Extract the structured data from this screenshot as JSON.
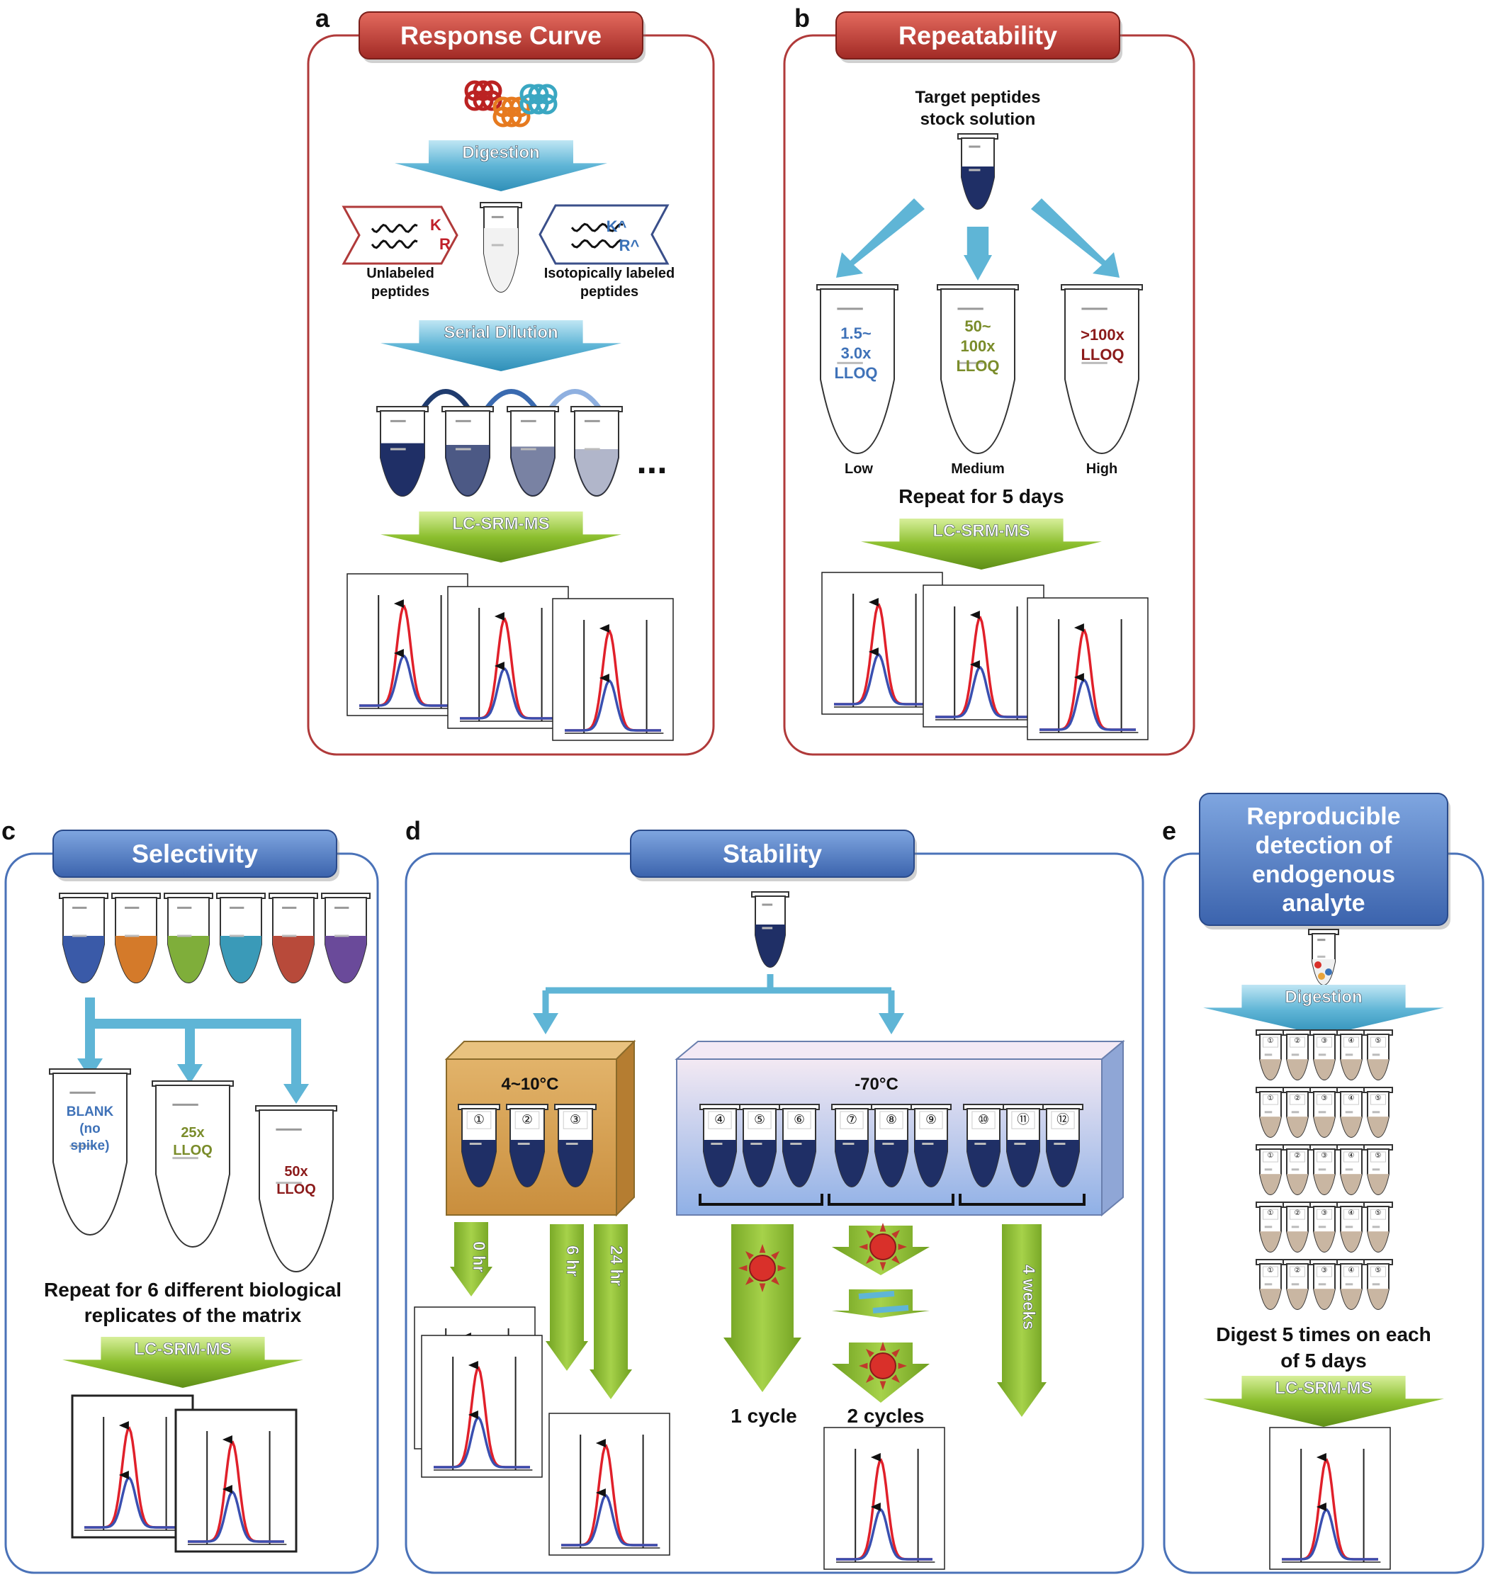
{
  "colors": {
    "red_panel": "#b03a3a",
    "blue_panel": "#4a72b8",
    "blue_arrow": "#5fb5d6",
    "green_arrow": "#8cbf2e",
    "tube_fill": "#1f2f66",
    "low_text": "#3f72b8",
    "medium_text": "#7a8c2a",
    "high_text": "#8b1a1a",
    "peak_red": "#e0202a",
    "peak_blue": "#3a4fb0",
    "cold_box": "#c9d9f3",
    "warm_box": "#d9a457"
  },
  "panels": {
    "a": {
      "letter": "a",
      "title": "Response Curve",
      "digestion": "Digestion",
      "residue_k": "K",
      "residue_r": "R",
      "residue_k_labeled": "K^",
      "residue_r_labeled": "R^",
      "unlabeled": [
        "Unlabeled",
        "peptides"
      ],
      "labeled": [
        "Isotopically labeled",
        "peptides"
      ],
      "serial_dilution": "Serial Dilution",
      "ellipsis": "...",
      "lcms": "LC-SRM-MS"
    },
    "b": {
      "letter": "b",
      "title": "Repeatability",
      "stock": [
        "Target peptides",
        "stock solution"
      ],
      "low_value": [
        "1.5~",
        "3.0x",
        "LLOQ"
      ],
      "medium_value": [
        "50~",
        "100x",
        "LLOQ"
      ],
      "high_value": [
        ">100x",
        "LLOQ"
      ],
      "low": "Low",
      "medium": "Medium",
      "high": "High",
      "repeat": "Repeat for 5 days",
      "lcms": "LC-SRM-MS"
    },
    "c": {
      "letter": "c",
      "title": "Selectivity",
      "matrix_colors": [
        "#3a5aa8",
        "#d47a2a",
        "#7fae3a",
        "#3a9ab8",
        "#b84a3a",
        "#6a4a9a"
      ],
      "blank": [
        "BLANK",
        "(no",
        "spike)"
      ],
      "mid": [
        "25x",
        "LLOQ"
      ],
      "high": [
        "50x",
        "LLOQ"
      ],
      "repeat": [
        "Repeat for 6 different biological",
        "replicates of the matrix"
      ],
      "lcms": "LC-SRM-MS"
    },
    "d": {
      "letter": "d",
      "title": "Stability",
      "warm_temp": "4~10°C",
      "cold_temp": "-70°C",
      "warm_tubes": [
        "①",
        "②",
        "③"
      ],
      "cold_tubes": [
        "④",
        "⑤",
        "⑥",
        "⑦",
        "⑧",
        "⑨",
        "⑩",
        "⑪",
        "⑫"
      ],
      "t0": "0 hr",
      "t6": "6 hr",
      "t24": "24 hr",
      "one_cycle": "1 cycle",
      "two_cycles": "2 cycles",
      "four_weeks": "4 weeks"
    },
    "e": {
      "letter": "e",
      "title": [
        "Reproducible",
        "detection of",
        "endogenous",
        "analyte"
      ],
      "digestion": "Digestion",
      "tube_numbers": [
        "①",
        "②",
        "③",
        "④",
        "⑤"
      ],
      "digest_text": [
        "Digest 5 times on each",
        "of 5 days"
      ],
      "lcms": "LC-SRM-MS"
    }
  }
}
